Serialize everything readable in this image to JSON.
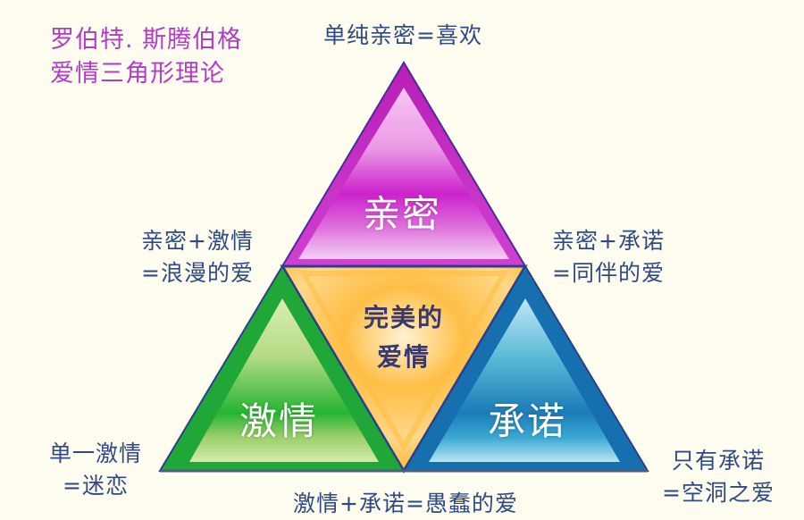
{
  "title": {
    "line1": "罗伯特. 斯腾伯格",
    "line2": "爱情三角形理论",
    "color": "#b03cc8"
  },
  "triangles": {
    "intimacy": {
      "label": "亲密",
      "color": "#cc22cc"
    },
    "passion": {
      "label": "激情",
      "color": "#22aa33"
    },
    "commitment": {
      "label": "承诺",
      "color": "#1a7cb8"
    },
    "consummate": {
      "line1": "完美的",
      "line2": "爱情",
      "color": "#ffb020"
    }
  },
  "annotations": {
    "top": "单纯亲密=喜欢",
    "left_mid": {
      "line1": "亲密+激情",
      "line2": "=浪漫的爱"
    },
    "right_mid": {
      "line1": "亲密+承诺",
      "line2": "=同伴的爱"
    },
    "bottom_left": {
      "line1": "单一激情",
      "line2": "=迷恋"
    },
    "bottom_center": "激情+承诺=愚蠢的爱",
    "bottom_right": {
      "line1": "只有承诺",
      "line2": "=空洞之爱"
    }
  },
  "colors": {
    "background": "#fffdf0",
    "label_text": "#2e4a86",
    "outline": "#2b3f8a"
  }
}
